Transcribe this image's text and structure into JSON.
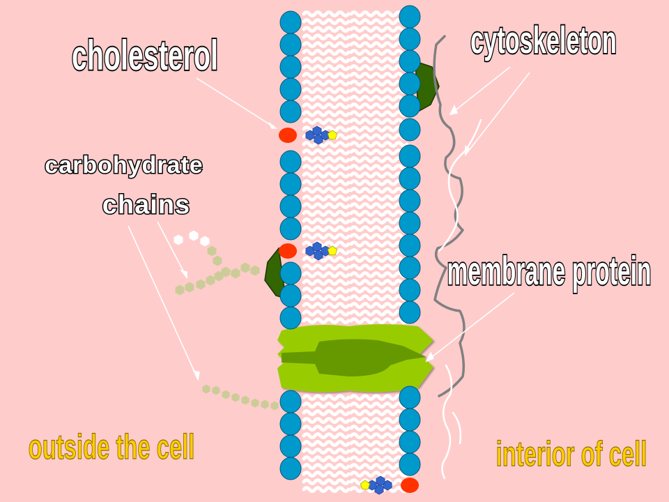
{
  "colors": {
    "background": "#ffcccc",
    "phospholipid_head": "#0099cc",
    "cholesterol": "#ff3300",
    "protein_light": "#99cc00",
    "protein_dark": "#669900",
    "peripheral_protein": "#336600",
    "label_yellow": "#ffcc00",
    "carbohydrate_outer": "#cccc99",
    "carbohydrate_white": "#ffffff",
    "cytoskeleton_grey": "#808080",
    "hexagon_blue": "#3366cc",
    "pentagon_yellow": "#ffff00"
  },
  "labels": {
    "cholesterol": "cholesterol",
    "cytoskeleton": "cytoskeleton",
    "carbohydrate_line1": "carbohydrate",
    "carbohydrate_line2": "chains",
    "membrane_protein": "membrane protein",
    "outside": "outside the cell",
    "interior": "interior of cell"
  }
}
